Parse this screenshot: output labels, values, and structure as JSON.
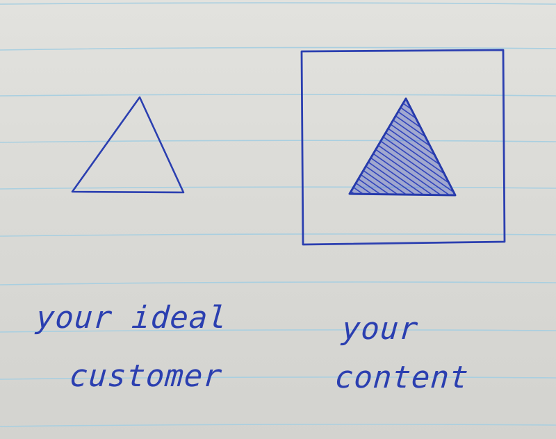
{
  "paper": {
    "background_color": "#dcdcd8",
    "rule_color": "#a9cfe0",
    "ink_color": "#2b3fb0"
  },
  "left_figure": {
    "shape": "outlined triangle",
    "caption_line1": "your ideal",
    "caption_line2": "customer"
  },
  "right_figure": {
    "shape": "filled triangle inside square",
    "caption_line1": "your",
    "caption_line2": "content"
  }
}
